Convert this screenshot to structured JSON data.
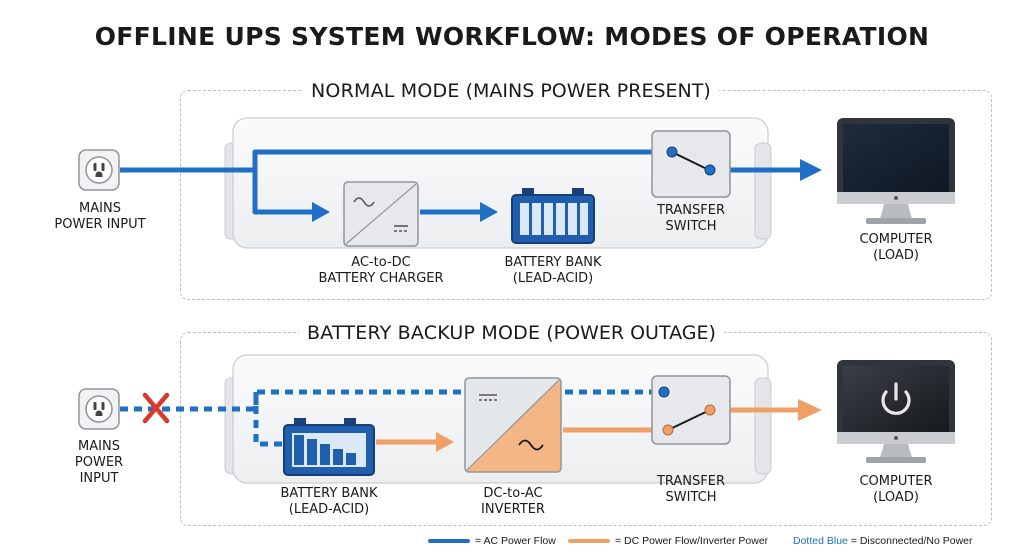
{
  "title": "OFFLINE UPS SYSTEM WORKFLOW: MODES OF OPERATION",
  "normal_mode": {
    "heading": "NORMAL MODE",
    "heading_sub": "(MAINS POWER PRESENT)",
    "mains_line1": "MAINS",
    "mains_line2": "POWER INPUT",
    "charger_line1": "AC-to-DC",
    "charger_line2": "BATTERY CHARGER",
    "battery_line1": "BATTERY BANK",
    "battery_line2": "(LEAD-ACID)",
    "switch_line1": "TRANSFER",
    "switch_line2": "SWITCH",
    "computer_line1": "COMPUTER",
    "computer_line2": "(LOAD)"
  },
  "backup_mode": {
    "heading": "BATTERY BACKUP MODE",
    "heading_sub": "(POWER OUTAGE)",
    "mains_line1": "MAINS",
    "mains_line2": "POWER",
    "mains_line3": "INPUT",
    "battery_line1": "BATTERY BANK",
    "battery_line2": "(LEAD-ACID)",
    "inverter_line1": "DC-to-AC",
    "inverter_line2": "INVERTER",
    "switch_line1": "TRANSFER",
    "switch_line2": "SWITCH",
    "computer_line1": "COMPUTER",
    "computer_line2": "(LOAD)"
  },
  "legend": {
    "ac": "= AC Power Flow",
    "dc": "= DC Power Flow/Inverter Power",
    "dotted_key": "Dotted Blue",
    "dotted_desc": "= Disconnected/No Power"
  },
  "colors": {
    "ac_blue": "#1f6fc7",
    "dc_orange": "#f0a066",
    "cross_red": "#d93a2b",
    "panel_border": "#b9bec4"
  },
  "icons": [
    "power-outlet-icon",
    "ac-dc-converter-icon",
    "battery-icon",
    "transfer-switch-icon",
    "computer-monitor-icon",
    "power-symbol-icon",
    "disconnect-cross-icon"
  ]
}
